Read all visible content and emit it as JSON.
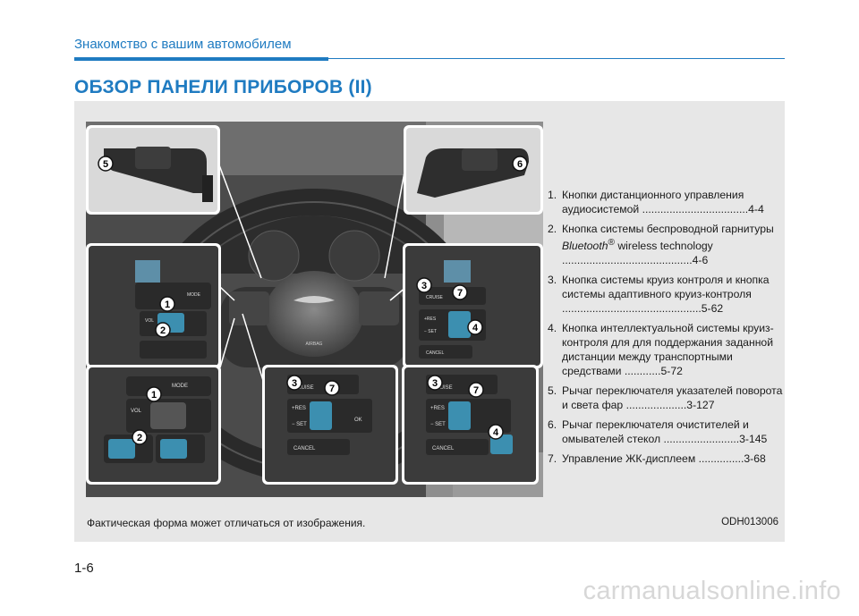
{
  "header": {
    "section_title": "Знакомство с вашим автомобилем",
    "page_heading": "ОБЗОР ПАНЕЛИ ПРИБОРОВ (II)"
  },
  "figure": {
    "callouts": [
      "1",
      "2",
      "3",
      "4",
      "5",
      "6",
      "7"
    ],
    "labels": {
      "cruise": "CRUISE",
      "cancel": "CANCEL",
      "mode": "MODE",
      "res": "+RES",
      "set": "− SET",
      "ok": "OK",
      "vol": "VOL",
      "airbag": "AIRBAG"
    },
    "note": "Фактическая форма может отличаться от изображения.",
    "code": "ODH013006"
  },
  "legend": [
    {
      "num": "1.",
      "text": "Кнопки дистанционного управления аудиосистемой ...................................4-4"
    },
    {
      "num": "2.",
      "text_before": "Кнопка системы беспроводной гарнитуры ",
      "brand": "Bluetooth",
      "sup": "®",
      "text_after": " wireless technology ...........................................4-6"
    },
    {
      "num": "3.",
      "text": "Кнопка системы круиз контроля и кнопка системы адаптивного круиз-контроля ..............................................5-62"
    },
    {
      "num": "4.",
      "text": "Кнопка интеллектуальной системы круиз-контроля для для поддержания заданной дистанции между транспортными средствами ............5-72"
    },
    {
      "num": "5.",
      "text": "Рычаг переключателя указателей поворота и света фар ....................3-127"
    },
    {
      "num": "6.",
      "text": "Рычаг переключателя очистителей и омывателей стекол .........................3-145"
    },
    {
      "num": "7.",
      "text": "Управление ЖК-дисплеем ...............3-68"
    }
  ],
  "footer": {
    "page_number": "1-6",
    "watermark": "carmanualsonline.info"
  }
}
